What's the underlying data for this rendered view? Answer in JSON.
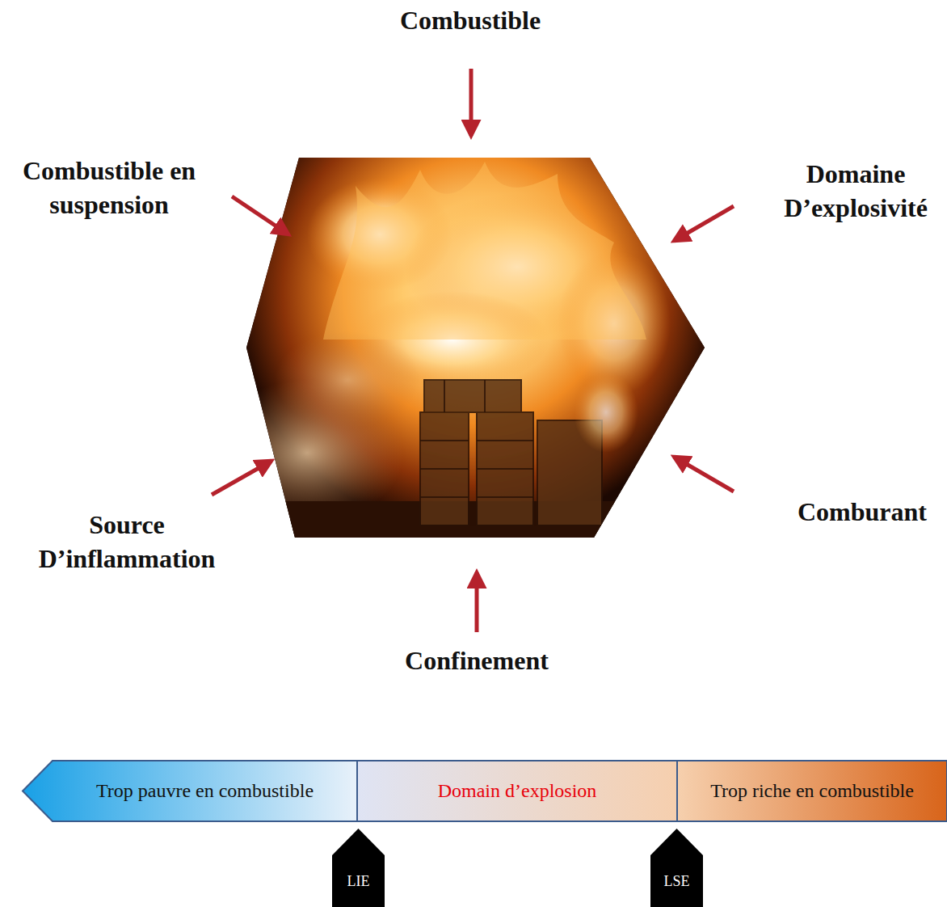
{
  "diagram": {
    "nodes": [
      {
        "text": [
          "Trop pauvre en combustible"
        ]
      },
      {
        "text": [
          "Domain d’explosion"
        ]
      },
      {
        "text": [
          "Trop riche en combustible"
        ]
      },
      {
        "text": [
          "LIE"
        ]
      },
      {
        "text": [
          "LSE"
        ]
      }
    ],
    "labels": [
      "Combustible",
      "Combustible en suspension",
      "Domaine D’explosivité",
      "Comburant",
      "Confinement",
      "Source D’inflammation"
    ]
  }
}
